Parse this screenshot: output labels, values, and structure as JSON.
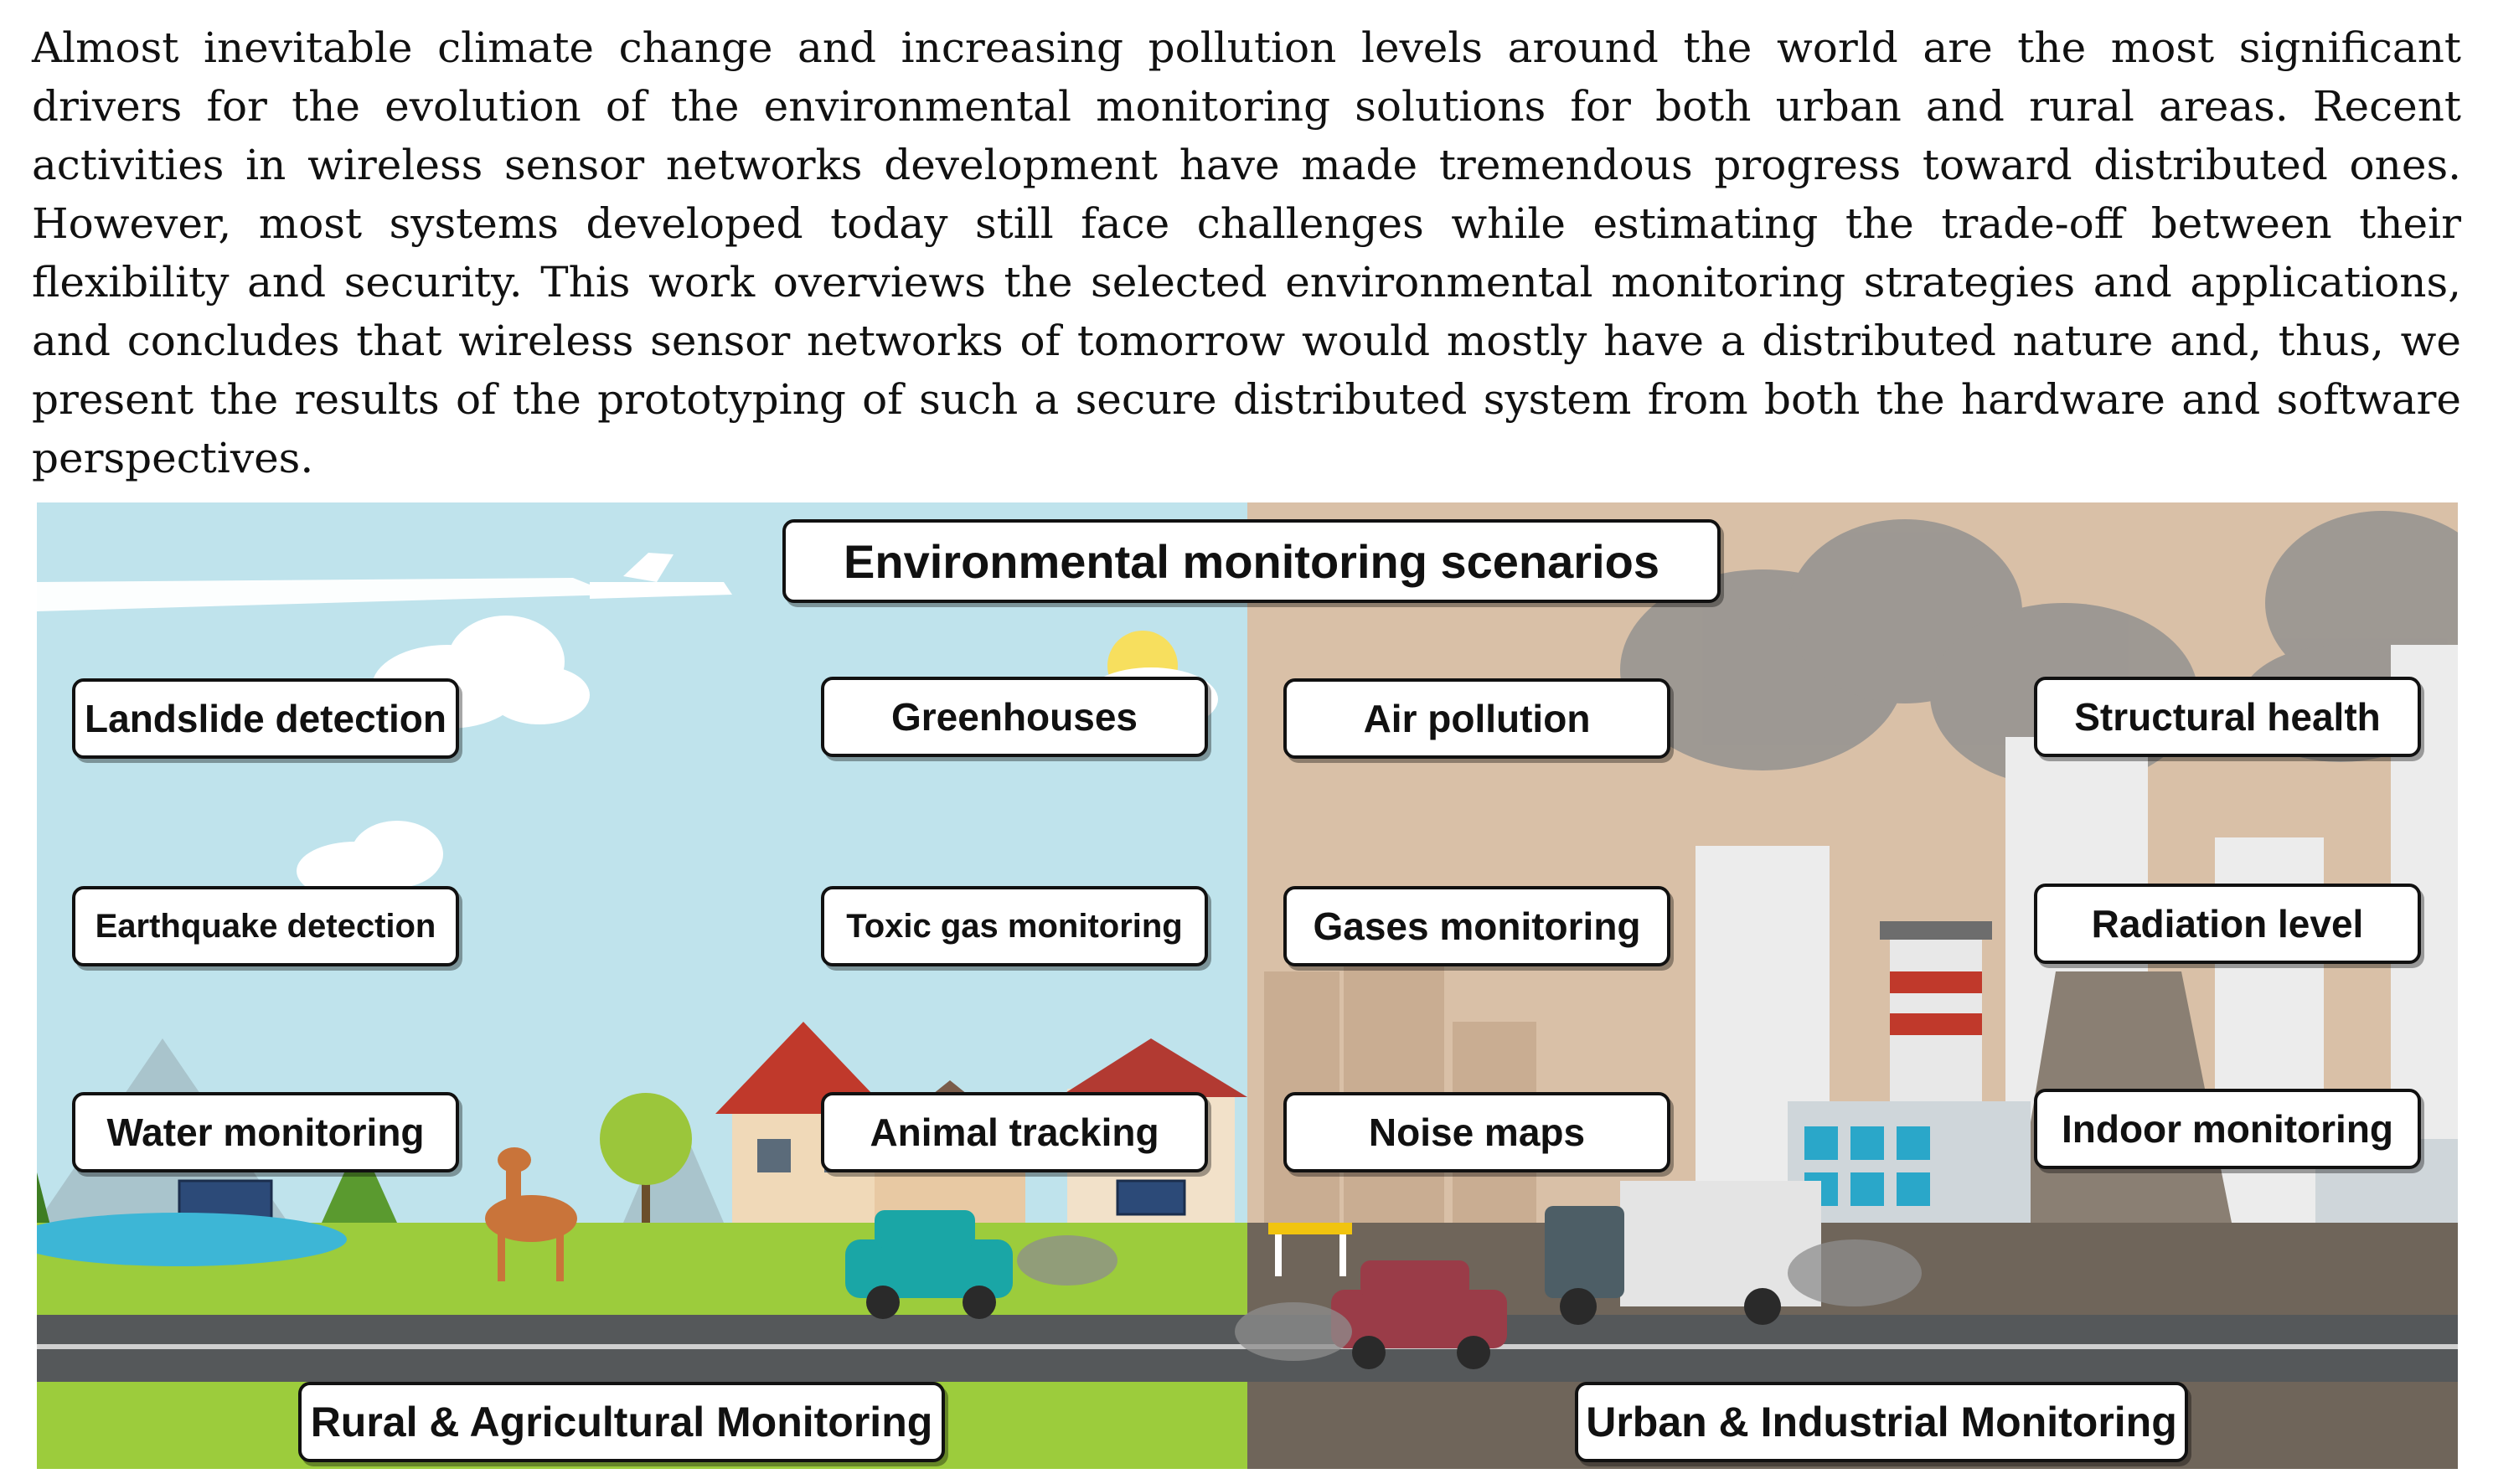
{
  "abstract": {
    "text": "Almost inevitable climate change and increasing pollution levels around the world are the most significant drivers for the evolution of the environmental monitoring solutions for both urban and rural areas. Recent activities in wireless sensor networks development have made tremendous progress toward distributed ones. However, most systems developed today still face challenges while estimating the trade-off between their flexibility and security. This work overviews the selected environmental monitoring strategies and applications, and concludes that wireless sensor networks of tomorrow would mostly have a distributed nature and, thus, we present the results of the prototyping of such a secure distributed system from both the hardware and software perspectives."
  },
  "figure": {
    "title": "Environmental monitoring scenarios",
    "rural": {
      "footer": "Rural & Agricultural Monitoring",
      "left_column": [
        "Landslide detection",
        "Earthquake detection",
        "Water monitoring"
      ],
      "right_column": [
        "Greenhouses",
        "Toxic gas monitoring",
        "Animal tracking"
      ]
    },
    "urban": {
      "footer": "Urban & Industrial Monitoring",
      "left_column": [
        "Air pollution",
        "Gases monitoring",
        "Noise maps"
      ],
      "right_column": [
        "Structural health",
        "Radiation level",
        "Indoor monitoring"
      ]
    },
    "colors": {
      "rural_sky": "#bfe3ec",
      "urban_sky": "#d8bfa6",
      "grass": "#9ccc3c",
      "road": "#5a5c5e",
      "urban_ground": "#6e6458",
      "label_border": "#111111"
    }
  }
}
